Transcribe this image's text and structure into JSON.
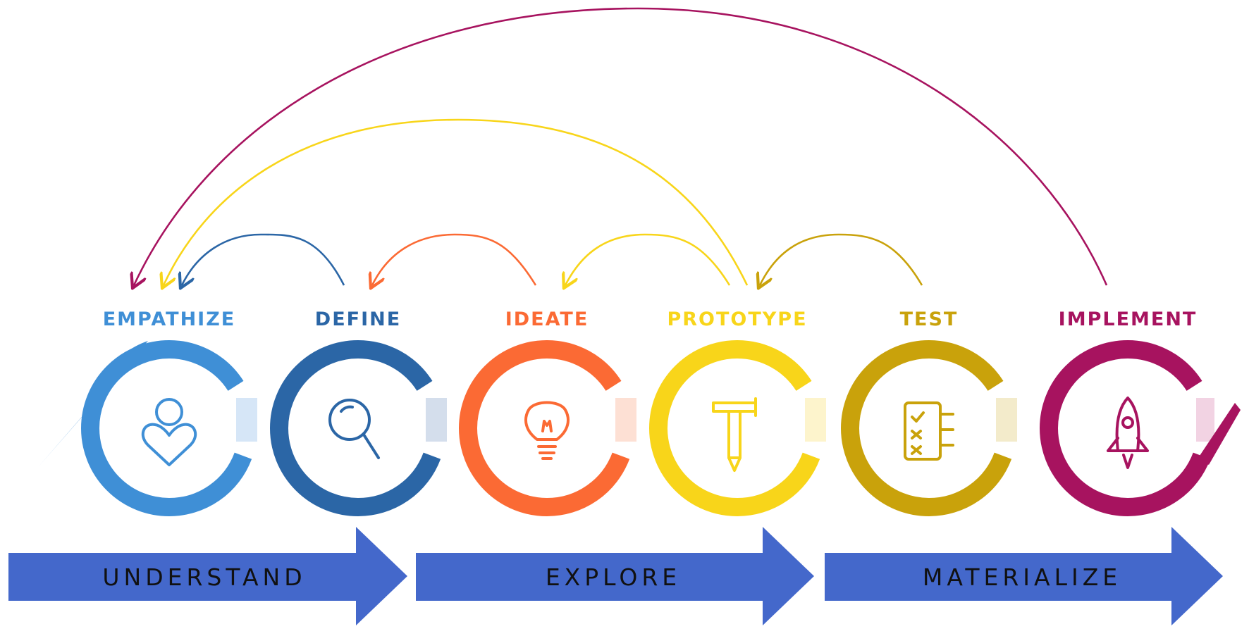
{
  "stages": [
    {
      "id": "empathize",
      "label": "EMPATHIZE",
      "color": "#3f8fd6",
      "icon": "person-heart-icon"
    },
    {
      "id": "define",
      "label": "DEFINE",
      "color": "#2b66a6",
      "icon": "magnifier-icon"
    },
    {
      "id": "ideate",
      "label": "IDEATE",
      "color": "#fb6a34",
      "icon": "lightbulb-icon"
    },
    {
      "id": "prototype",
      "label": "PROTOTYPE",
      "color": "#f8d51a",
      "icon": "hammer-pencil-icon"
    },
    {
      "id": "test",
      "label": "TEST",
      "color": "#c9a20b",
      "icon": "checklist-icon"
    },
    {
      "id": "implement",
      "label": "IMPLEMENT",
      "color": "#a7135f",
      "icon": "rocket-icon"
    }
  ],
  "phases": [
    {
      "id": "understand",
      "label": "UNDERSTAND",
      "color": "#4468cb"
    },
    {
      "id": "explore",
      "label": "EXPLORE",
      "color": "#4468cb"
    },
    {
      "id": "materialize",
      "label": "MATERIALIZE",
      "color": "#4468cb"
    }
  ],
  "feedback_loops": [
    {
      "from": "implement",
      "to": "empathize",
      "color": "#a7135f"
    },
    {
      "from": "prototype",
      "to": "empathize",
      "color": "#f8d51a"
    },
    {
      "from": "define",
      "to": "empathize",
      "color": "#2b66a6"
    },
    {
      "from": "ideate",
      "to": "define",
      "color": "#fb6a34"
    },
    {
      "from": "prototype",
      "to": "ideate",
      "color": "#f8d51a"
    },
    {
      "from": "test",
      "to": "prototype",
      "color": "#c9a20b"
    }
  ]
}
